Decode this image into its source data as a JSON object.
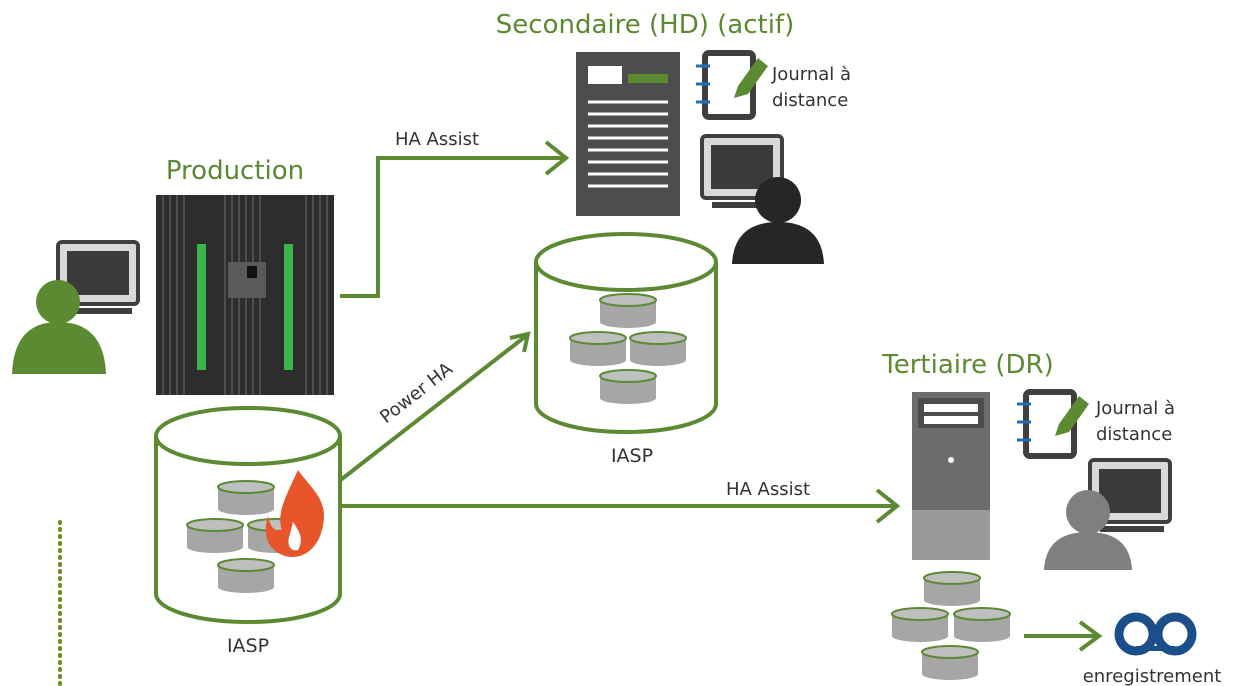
{
  "production": {
    "title": "Production",
    "storage_label": "IASP"
  },
  "secondary": {
    "title": "Secondaire (HD) (actif)",
    "journal_line1": "Journal à",
    "journal_line2": "distance",
    "storage_label": "IASP"
  },
  "tertiary": {
    "title": "Tertiaire (DR)",
    "journal_line1": "Journal à",
    "journal_line2": "distance"
  },
  "links": {
    "ha_assist_top": "HA Assist",
    "power_ha": "Power HA",
    "ha_assist_bottom": "HA Assist"
  },
  "backup": {
    "label": "enregistrement"
  },
  "colors": {
    "accent": "#5b8a32",
    "server_dark": "#3f3f3f",
    "disk_gray": "#a6a6a6",
    "flame": "#e8552b",
    "tape_blue": "#1b4f8a"
  }
}
